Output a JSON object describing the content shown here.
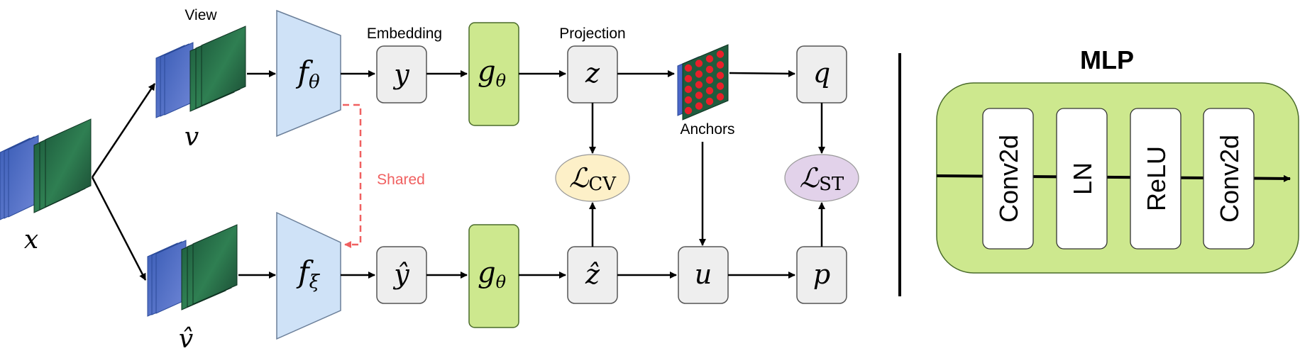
{
  "labels": {
    "view": "View",
    "embedding": "Embedding",
    "projection": "Projection",
    "anchors": "Anchors",
    "shared": "Shared",
    "mlp_title": "MLP"
  },
  "math": {
    "x": "x",
    "v": "v",
    "v_hat": "v̂",
    "f_theta_main": "f",
    "f_theta_sub": "θ",
    "f_xi_main": "f",
    "f_xi_sub": "ξ",
    "y": "y",
    "y_hat": "ŷ",
    "g_theta_top_main": "g",
    "g_theta_top_sub": "θ",
    "g_theta_bot_main": "g",
    "g_theta_bot_sub": "θ",
    "z": "z",
    "z_hat": "ẑ",
    "u": "u",
    "q": "q",
    "p": "p",
    "loss_cv_main": "ℒ",
    "loss_cv_sub": "CV",
    "loss_st_main": "ℒ",
    "loss_st_sub": "ST"
  },
  "mlp_layers": [
    "Conv2d",
    "LN",
    "ReLU",
    "Conv2d"
  ],
  "colors": {
    "encoder_fill": "#cfe2f7",
    "encoder_stroke": "#6b7f99",
    "green_fill": "#cde88e",
    "green_stroke": "#4a6b2a",
    "node_fill": "#eeeeee",
    "node_stroke": "#555555",
    "loss_cv_fill": "#fdf0c8",
    "loss_st_fill": "#e2d2ea",
    "shared_red": "#f06060",
    "mlp_fill": "#cde88e",
    "anchor_dot": "#e8202a"
  }
}
